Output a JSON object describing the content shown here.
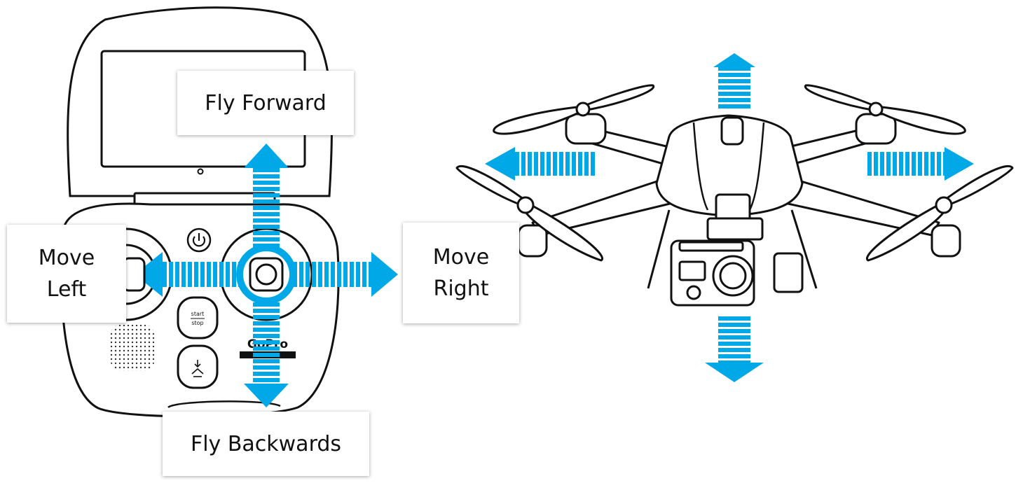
{
  "controller_labels": {
    "fly_forward": "Fly Forward",
    "fly_backwards": "Fly Backwards",
    "move_left": [
      "Move",
      "Left"
    ],
    "move_right": [
      "Move",
      "Right"
    ]
  },
  "controller_buttons": {
    "start_stop": [
      "start",
      "stop"
    ]
  },
  "brand_mark": "GoPro",
  "colors": {
    "arrow_blue": "#00A8E8",
    "line": "#111111",
    "background": "#ffffff"
  },
  "icons": [
    "power-icon",
    "start-stop-button",
    "return-home-icon",
    "speaker-grille",
    "camera-lens"
  ]
}
